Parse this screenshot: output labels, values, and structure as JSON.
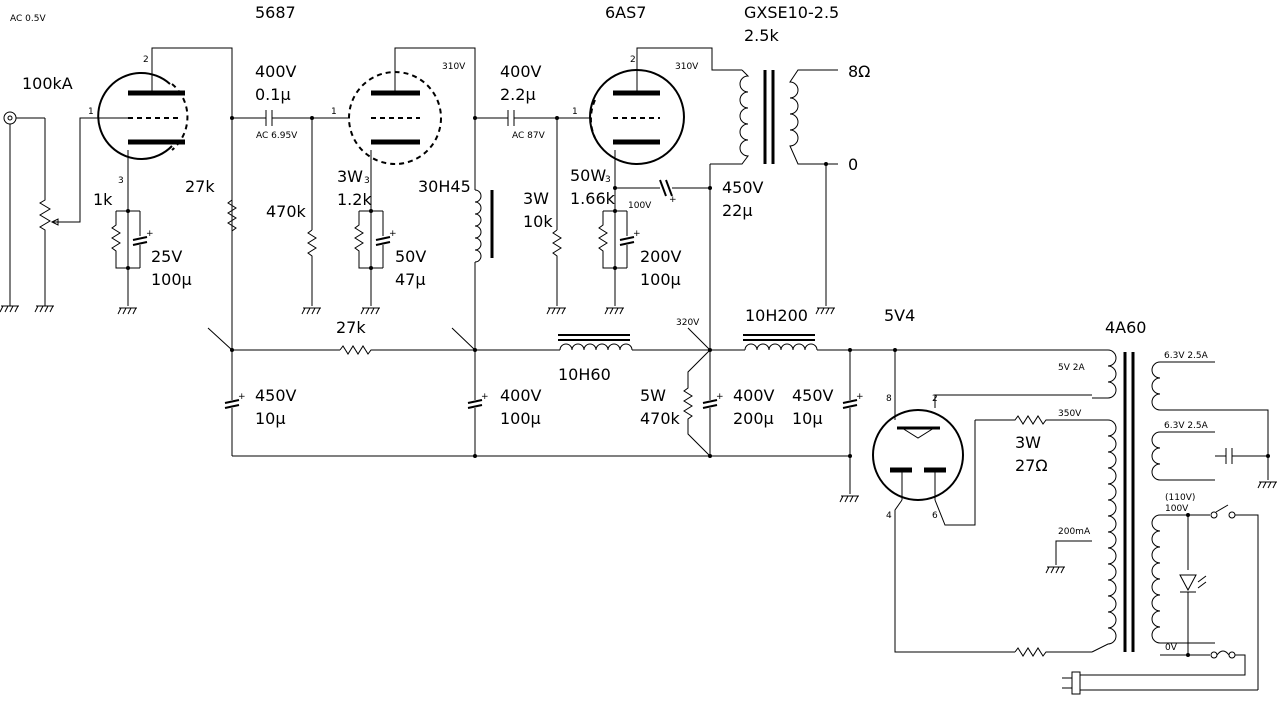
{
  "labels": {
    "input_level": "AC 0.5V",
    "vr": "100kA",
    "v1": "5687",
    "v1_pin_plate": "2",
    "v1_pin_grid": "1",
    "v1_pin_cath": "3",
    "r_k1": "1k",
    "c_k1_v": "25V",
    "c_k1_c": "100μ",
    "r_p1": "27k",
    "c_c1_v": "400V",
    "c_c1_c": "0.1μ",
    "ac1": "AC 6.95V",
    "r_g2": "470k",
    "v2_pin_grid": "1",
    "v2_pin_cath": "3",
    "r_k2_w": "3W",
    "r_k2": "1.2k",
    "c_k2_v": "50V",
    "c_k2_c": "47μ",
    "v2_plate_v": "310V",
    "choke1": "30H45",
    "v3": "6AS7",
    "v3_pin_plate": "2",
    "v3_pin_grid": "1",
    "v3_pin_cath": "3",
    "c_c2_v": "400V",
    "c_c2_c": "2.2μ",
    "ac2": "AC 87V",
    "r_g3_w": "3W",
    "r_g3": "10k",
    "r_k3_w": "50W",
    "r_k3": "1.66k",
    "k3_v": "100V",
    "c_k3_v": "200V",
    "c_k3_c": "100μ",
    "v3_plate_v": "310V",
    "c_fb_v": "450V",
    "c_fb_c": "22μ",
    "opt": "GXSE10-2.5",
    "opt_z": "2.5k",
    "out_8": "8Ω",
    "out_0": "0",
    "r_dec": "27k",
    "c_d1_v": "450V",
    "c_d1_c": "10μ",
    "c_d2_v": "400V",
    "c_d2_c": "100μ",
    "choke2": "10H60",
    "node_v": "320V",
    "r_bl_w": "5W",
    "r_bl": "470k",
    "c_d3_v": "400V",
    "c_d3_c": "200μ",
    "choke3": "10H200",
    "c_d4_v": "450V",
    "c_d4_c": "10μ",
    "rect": "5V4",
    "rect_pin8": "8",
    "rect_pin2": "2",
    "rect_pin4": "4",
    "rect_pin6": "6",
    "pt": "4A60",
    "sec_5v": "5V 2A",
    "sec_350": "350V",
    "r_rect_w": "3W",
    "r_rect": "27Ω",
    "sec_ct": "200mA",
    "heat1": "6.3V 2.5A",
    "heat2": "6.3V 2.5A",
    "pri_110": "(110V)",
    "pri_100": "100V",
    "pri_0": "0V"
  }
}
